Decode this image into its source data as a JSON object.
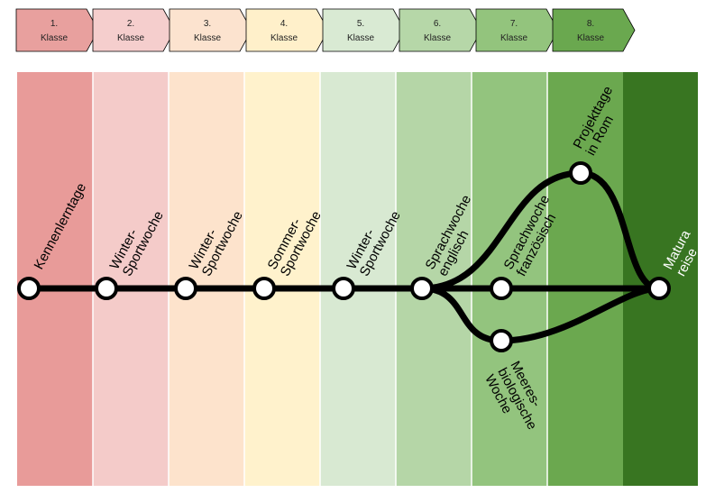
{
  "grades": [
    {
      "number": "1.",
      "label": "Klasse",
      "color": "#e8a09e",
      "band": "#e89b99"
    },
    {
      "number": "2.",
      "label": "Klasse",
      "color": "#f5cecd",
      "band": "#f4cbc9"
    },
    {
      "number": "3.",
      "label": "Klasse",
      "color": "#fce3cf",
      "band": "#fde3cc"
    },
    {
      "number": "4.",
      "label": "Klasse",
      "color": "#fff0ca",
      "band": "#fff2cc"
    },
    {
      "number": "5.",
      "label": "Klasse",
      "color": "#d9ead3",
      "band": "#d8e9d2"
    },
    {
      "number": "6.",
      "label": "Klasse",
      "color": "#b6d7a8",
      "band": "#b5d6a7"
    },
    {
      "number": "7.",
      "label": "Klasse",
      "color": "#93c47d",
      "band": "#93c47e"
    },
    {
      "number": "8.",
      "label": "Klasse",
      "color": "#6aa84f",
      "band": "#6ba84f"
    }
  ],
  "final_band_color": "#387521",
  "stations": [
    {
      "id": "kennenlerntage",
      "lines": [
        "Kennenlerntage"
      ]
    },
    {
      "id": "winter-sportwoche-1",
      "lines": [
        "Winter-",
        "Sportwoche"
      ]
    },
    {
      "id": "winter-sportwoche-2",
      "lines": [
        "Winter-",
        "Sportwoche"
      ]
    },
    {
      "id": "sommer-sportwoche",
      "lines": [
        "Sommer-",
        "Sportwoche"
      ]
    },
    {
      "id": "winter-sportwoche-3",
      "lines": [
        "Winter-",
        "Sportwoche"
      ]
    },
    {
      "id": "sprachwoche-englisch",
      "lines": [
        "Sprachwoche",
        "englisch"
      ]
    },
    {
      "id": "sprachwoche-franzoesisch",
      "lines": [
        "Sprachwoche",
        "französisch"
      ]
    },
    {
      "id": "projekttage-rom",
      "lines": [
        "Projekttage",
        "in Rom"
      ]
    },
    {
      "id": "meeresbiologische-woche",
      "lines": [
        "Meeres-",
        "biologische",
        "Woche"
      ]
    },
    {
      "id": "maturareise",
      "lines": [
        "Matura",
        "reise"
      ]
    }
  ]
}
